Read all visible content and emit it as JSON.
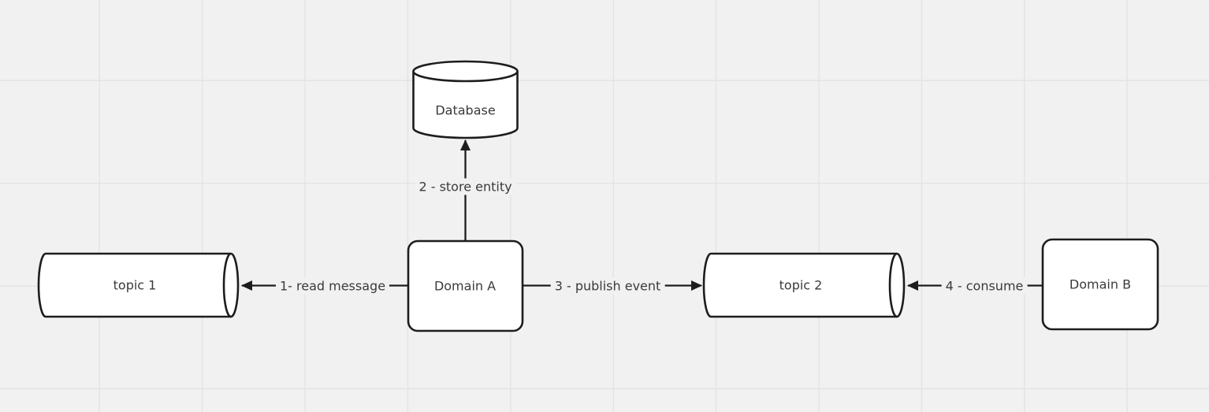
{
  "canvas": {
    "background_color": "#f1f1f1",
    "grid_color": "#e4e4e4",
    "stroke_color": "#1d1d1d",
    "text_color": "#3a3a3a",
    "node_fill": "#ffffff"
  },
  "nodes": [
    {
      "id": "database",
      "label": "Database",
      "shape": "cylinder-vertical"
    },
    {
      "id": "topic-1",
      "label": "topic 1",
      "shape": "cylinder-horizontal"
    },
    {
      "id": "domain-a",
      "label": "Domain A",
      "shape": "rounded-rectangle"
    },
    {
      "id": "topic-2",
      "label": "topic 2",
      "shape": "cylinder-horizontal"
    },
    {
      "id": "domain-b",
      "label": "Domain B",
      "shape": "rounded-rectangle"
    }
  ],
  "edges": [
    {
      "id": "edge-1",
      "label": "1- read message",
      "from": "Domain A",
      "to": "topic 1",
      "arrow_direction": "left"
    },
    {
      "id": "edge-2",
      "label": "2 - store entity",
      "from": "Domain A",
      "to": "Database",
      "arrow_direction": "up"
    },
    {
      "id": "edge-3",
      "label": "3 - publish event",
      "from": "Domain A",
      "to": "topic 2",
      "arrow_direction": "right"
    },
    {
      "id": "edge-4",
      "label": "4 - consume",
      "from": "Domain B",
      "to": "topic 2",
      "arrow_direction": "left"
    }
  ]
}
